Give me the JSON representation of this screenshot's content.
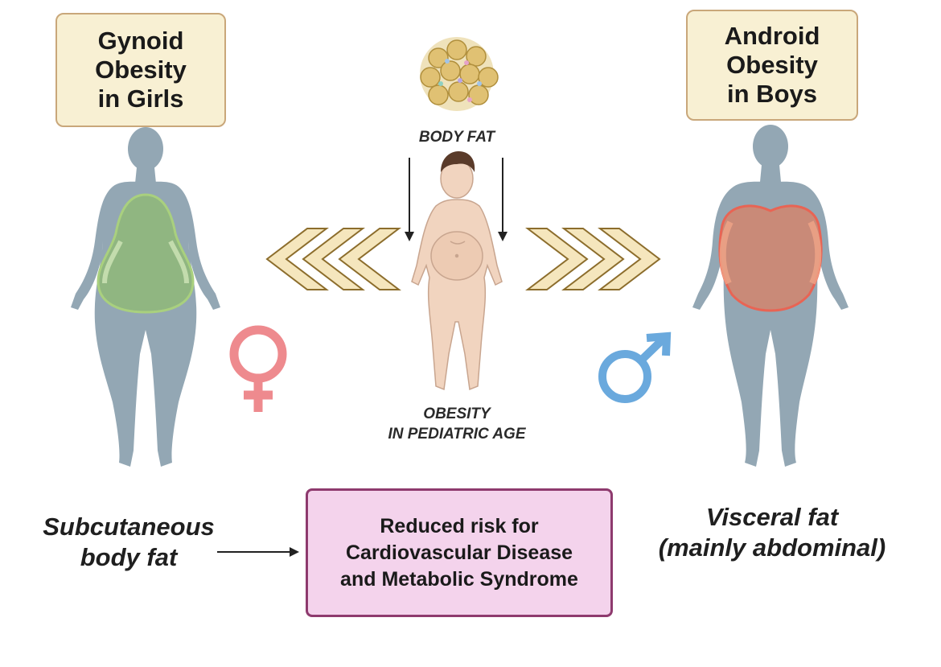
{
  "left_title": {
    "lines": [
      "Gynoid",
      "Obesity",
      "in Girls"
    ]
  },
  "right_title": {
    "lines": [
      "Android",
      "Obesity",
      "in Boys"
    ]
  },
  "center": {
    "top_label": "BODY FAT",
    "bottom_label_lines": [
      "OBESITY",
      "IN PEDIATRIC AGE"
    ]
  },
  "left_caption": {
    "lines": [
      "Subcutaneous",
      "body fat"
    ]
  },
  "right_caption": {
    "lines": [
      "Visceral fat",
      "(mainly abdominal)"
    ]
  },
  "risk_box": {
    "lines": [
      "Reduced risk for",
      "Cardiovascular Disease",
      "and Metabolic Syndrome"
    ]
  },
  "colors": {
    "silhouette": "#93a7b4",
    "gynoid_fat": "#8fb878",
    "android_fat": "#c98a78",
    "female_symbol": "#ee8a8e",
    "male_symbol": "#6aa9dd",
    "chevron_fill": "#f5e6bd",
    "chevron_stroke": "#8c6d2c",
    "title_box_fill": "#f8f0d3",
    "risk_box_fill": "#f4d3ec"
  },
  "icons": [
    "female-silhouette",
    "male-silhouette",
    "child-figure",
    "fat-cells-cluster",
    "female-symbol-icon",
    "male-symbol-icon",
    "chevrons-left-icon",
    "chevrons-right-icon"
  ]
}
